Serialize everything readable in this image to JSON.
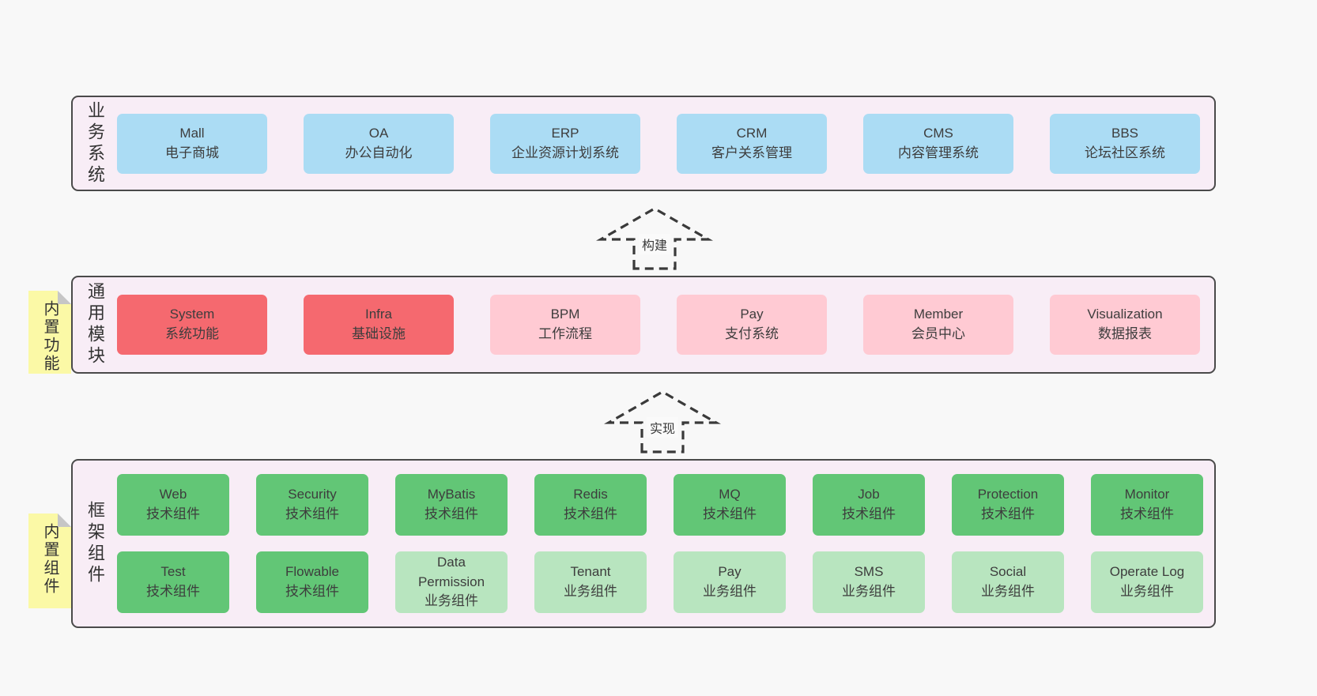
{
  "diagram": {
    "business": {
      "label": "业务系统",
      "boxes": [
        {
          "title": "Mall",
          "subtitle": "电子商城"
        },
        {
          "title": "OA",
          "subtitle": "办公自动化"
        },
        {
          "title": "ERP",
          "subtitle": "企业资源计划系统"
        },
        {
          "title": "CRM",
          "subtitle": "客户关系管理"
        },
        {
          "title": "CMS",
          "subtitle": "内容管理系统"
        },
        {
          "title": "BBS",
          "subtitle": "论坛社区系统"
        }
      ]
    },
    "arrow_build": {
      "label": "构建"
    },
    "modules": {
      "label": "通用模块",
      "sticky": "内置功能",
      "boxes": [
        {
          "title": "System",
          "subtitle": "系统功能",
          "variant": "red"
        },
        {
          "title": "Infra",
          "subtitle": "基础设施",
          "variant": "red"
        },
        {
          "title": "BPM",
          "subtitle": "工作流程",
          "variant": "pink"
        },
        {
          "title": "Pay",
          "subtitle": "支付系统",
          "variant": "pink"
        },
        {
          "title": "Member",
          "subtitle": "会员中心",
          "variant": "pink"
        },
        {
          "title": "Visualization",
          "subtitle": "数据报表",
          "variant": "pink"
        }
      ]
    },
    "arrow_implement": {
      "label": "实现"
    },
    "framework": {
      "label": "框架组件",
      "sticky": "内置组件",
      "rows": [
        [
          {
            "title": "Web",
            "subtitle": "技术组件",
            "variant": "green"
          },
          {
            "title": "Security",
            "subtitle": "技术组件",
            "variant": "green"
          },
          {
            "title": "MyBatis",
            "subtitle": "技术组件",
            "variant": "green"
          },
          {
            "title": "Redis",
            "subtitle": "技术组件",
            "variant": "green"
          },
          {
            "title": "MQ",
            "subtitle": "技术组件",
            "variant": "green"
          },
          {
            "title": "Job",
            "subtitle": "技术组件",
            "variant": "green"
          },
          {
            "title": "Protection",
            "subtitle": "技术组件",
            "variant": "green"
          },
          {
            "title": "Monitor",
            "subtitle": "技术组件",
            "variant": "green"
          }
        ],
        [
          {
            "title": "Test",
            "subtitle": "技术组件",
            "variant": "green"
          },
          {
            "title": "Flowable",
            "subtitle": "技术组件",
            "variant": "green"
          },
          {
            "title": "Data Permission",
            "subtitle": "业务组件",
            "variant": "light_green"
          },
          {
            "title": "Tenant",
            "subtitle": "业务组件",
            "variant": "light_green"
          },
          {
            "title": "Pay",
            "subtitle": "业务组件",
            "variant": "light_green"
          },
          {
            "title": "SMS",
            "subtitle": "业务组件",
            "variant": "light_green"
          },
          {
            "title": "Social",
            "subtitle": "业务组件",
            "variant": "light_green"
          },
          {
            "title": "Operate Log",
            "subtitle": "业务组件",
            "variant": "light_green"
          }
        ]
      ]
    },
    "colors": {
      "page_bg": "#f8f8f8",
      "panel_bg": "#f8edf6",
      "panel_border": "#4a4a4a",
      "blue": "#abdcf4",
      "red": "#f5696f",
      "pink": "#ffcad3",
      "green": "#62c676",
      "light_green": "#b8e5bf",
      "sticky_yellow": "#fbf9a6",
      "fold_gray": "#c6c6c6",
      "text": "#3d3d3d"
    }
  }
}
